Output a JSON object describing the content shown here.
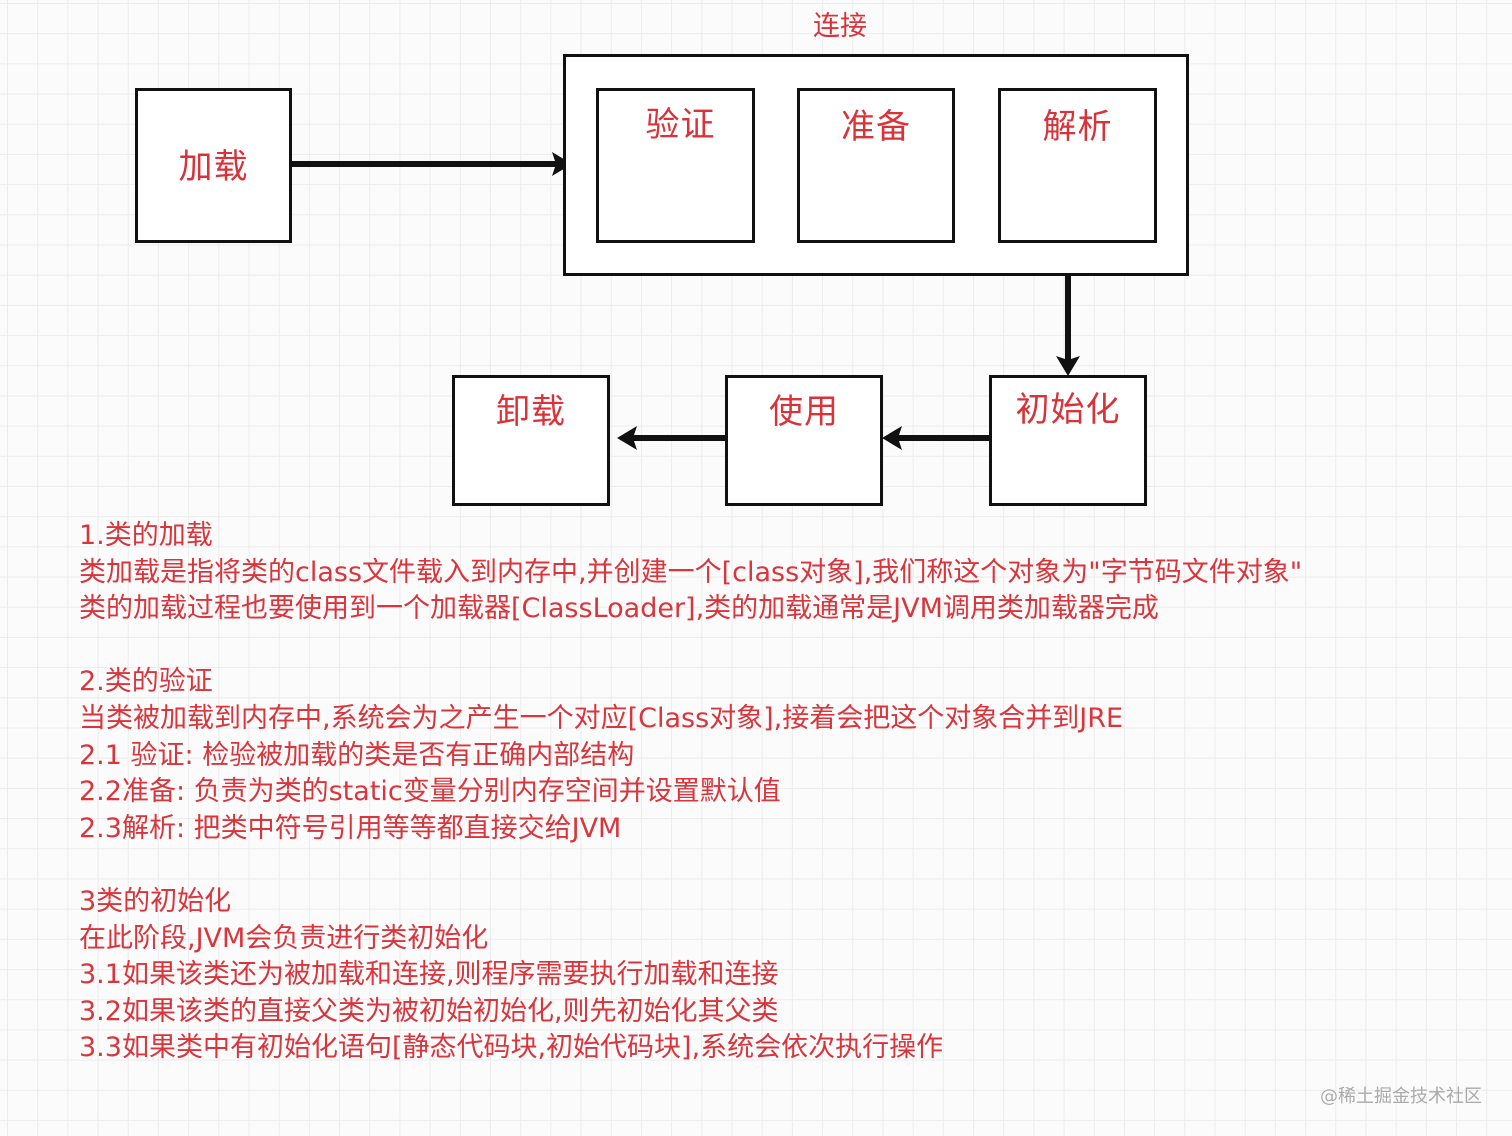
{
  "diagram": {
    "nodes": {
      "loading": "加载",
      "linking_title": "连接",
      "verify": "验证",
      "prepare": "准备",
      "resolve": "解析",
      "initialize": "初始化",
      "use": "使用",
      "unload": "卸载"
    },
    "edges": [
      {
        "from": "加载",
        "to": "连接"
      },
      {
        "from": "连接",
        "to": "初始化"
      },
      {
        "from": "初始化",
        "to": "使用"
      },
      {
        "from": "使用",
        "to": "卸载"
      }
    ],
    "colors": {
      "label_text": "#d9333a",
      "box_border": "#111111",
      "background": "#fbfbfb"
    }
  },
  "notes": {
    "section1": {
      "title": "1.类的加载",
      "lines": [
        "类加载是指将类的class文件载入到内存中,并创建一个[class对象],我们称这个对象为\"字节码文件对象\"",
        "类的加载过程也要使用到一个加载器[ClassLoader],类的加载通常是JVM调用类加载器完成"
      ]
    },
    "section2": {
      "title": "2.类的验证",
      "lines": [
        "当类被加载到内存中,系统会为之产生一个对应[Class对象],接着会把这个对象合并到JRE",
        "2.1 验证: 检验被加载的类是否有正确内部结构",
        "2.2准备: 负责为类的static变量分别内存空间并设置默认值",
        "2.3解析: 把类中符号引用等等都直接交给JVM"
      ]
    },
    "section3": {
      "title": "3类的初始化",
      "lines": [
        "在此阶段,JVM会负责进行类初始化",
        "3.1如果该类还为被加载和连接,则程序需要执行加载和连接",
        "3.2如果该类的直接父类为被初始初始化,则先初始化其父类",
        "3.3如果类中有初始化语句[静态代码块,初始代码块],系统会依次执行操作"
      ]
    }
  },
  "watermark": "@稀土掘金技术社区"
}
